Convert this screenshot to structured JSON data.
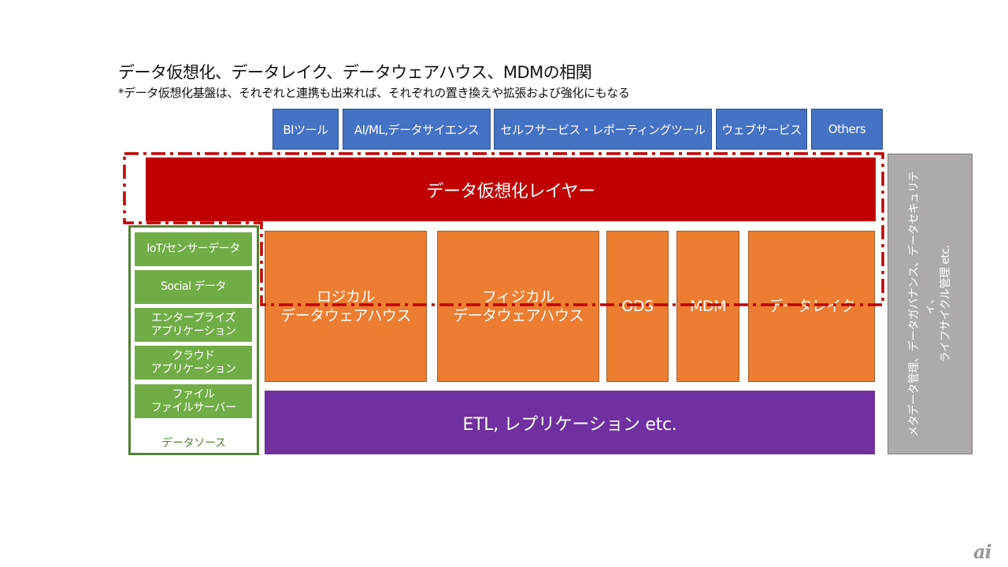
{
  "title": "データ仮想化、データレイク、データウェアハウス、MDMの相関",
  "subtitle": "*データ仮想化基盤は、それぞれと連携も出来れば、それぞれの置き換えや拡張および強化にもなる",
  "consumers": [
    "BIツール",
    "AI/ML,データサイエンス",
    "セルフサービス・レポーティングツール",
    "ウェブサービス",
    "Others"
  ],
  "virtualization_layer": "データ仮想化レイヤー",
  "data_sources": {
    "items": [
      {
        "line1": "IoT/センサーデータ",
        "line2": ""
      },
      {
        "line1": "Social データ",
        "line2": ""
      },
      {
        "line1": "エンタープライズ",
        "line2": "アプリケーション"
      },
      {
        "line1": "クラウド",
        "line2": "アプリケーション"
      },
      {
        "line1": "ファイル",
        "line2": "ファイルサーバー"
      }
    ],
    "label": "データソース"
  },
  "stores": [
    {
      "line1": "ロジカル",
      "line2": "データウェアハウス"
    },
    {
      "line1": "フィジカル",
      "line2": "データウェアハウス"
    },
    {
      "line1": "ODS",
      "line2": ""
    },
    {
      "line1": "MDM",
      "line2": ""
    },
    {
      "line1": "データレイク",
      "line2": ""
    }
  ],
  "etl": "ETL, レプリケーション etc.",
  "governance": {
    "line1": "メタデータ管理、データガバナンス、データセキュリティ、",
    "line2": "ライフサイクル管理 etc."
  },
  "logo": "ai",
  "colors": {
    "consumer_blue": "#4472c4",
    "virtualization_red": "#c00000",
    "source_green": "#70ad47",
    "store_orange": "#ed7d31",
    "etl_purple": "#7030a0",
    "governance_gray": "#aeaaaa",
    "dashed_outline": "#c00000"
  }
}
